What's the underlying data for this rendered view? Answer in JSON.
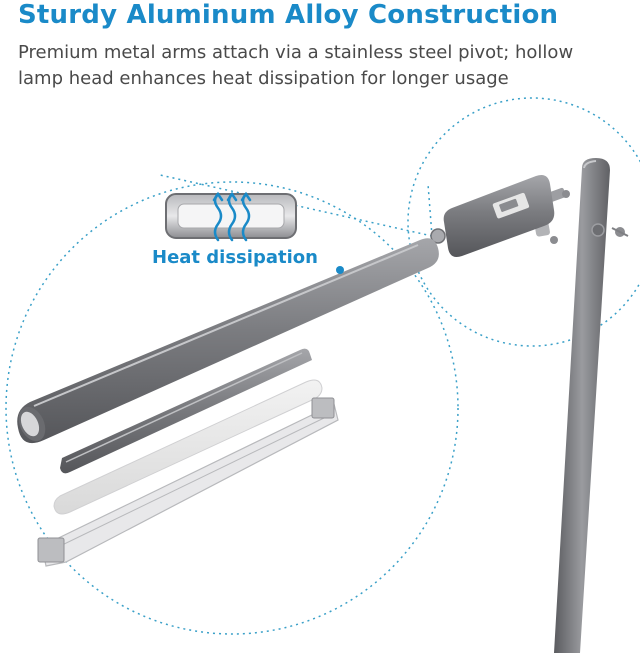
{
  "header": {
    "title": "Sturdy Aluminum Alloy Construction",
    "subtitle": "Premium metal arms attach via a stainless steel pivot; hollow lamp head enhances heat dissipation for longer usage"
  },
  "callout": {
    "label": "Heat dissipation"
  },
  "colors": {
    "accent": "#1a8ac8",
    "metal": "#77787c",
    "text": "#4a4a4a"
  }
}
